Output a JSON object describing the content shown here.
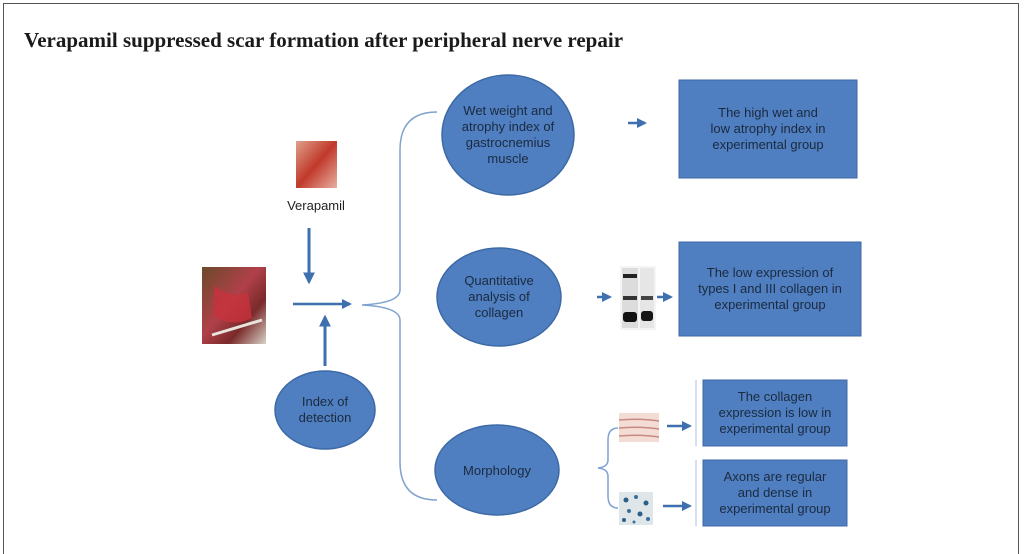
{
  "title": "Verapamil suppressed scar formation after peripheral nerve repair",
  "colors": {
    "shape_fill": "#4f7fc0",
    "shape_border": "#3d6aa6",
    "arrow": "#3e6fae",
    "bracket": "#7fa2cf"
  },
  "labels": {
    "verapamil": "Verapamil"
  },
  "ovals": {
    "index_detection": "Index of\ndetection",
    "wet_weight": "Wet weight and\natrophy index of\ngastrocnemius\nmuscle",
    "quantitative": "Quantitative\nanalysis of\ncollagen",
    "morphology": "Morphology"
  },
  "boxes": {
    "wet_result": "The high wet and\nlow atrophy index in\nexperimental group",
    "collagen_result": "The low expression of\ntypes I and III collagen in\nexperimental group",
    "collagen_expr_result": "The collagen\nexpression is low in\nexperimental group",
    "axons_result": "Axons are regular\nand dense in\nexperimental group"
  }
}
